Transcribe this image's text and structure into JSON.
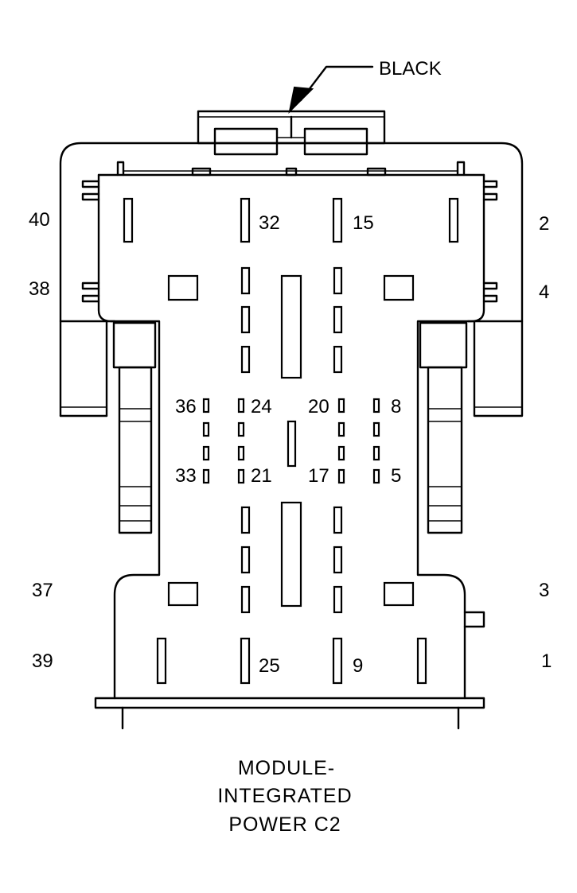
{
  "diagram": {
    "color_callout": "BLACK",
    "title_lines": [
      "MODULE-",
      "INTEGRATED",
      "POWER C2"
    ],
    "pin_labels": {
      "p40": "40",
      "p38": "38",
      "p37": "37",
      "p39": "39",
      "p2": "2",
      "p4": "4",
      "p3": "3",
      "p1": "1",
      "p32": "32",
      "p15": "15",
      "p36": "36",
      "p24": "24",
      "p20": "20",
      "p8": "8",
      "p33": "33",
      "p21": "21",
      "p17": "17",
      "p5": "5",
      "p25": "25",
      "p9": "9"
    }
  }
}
